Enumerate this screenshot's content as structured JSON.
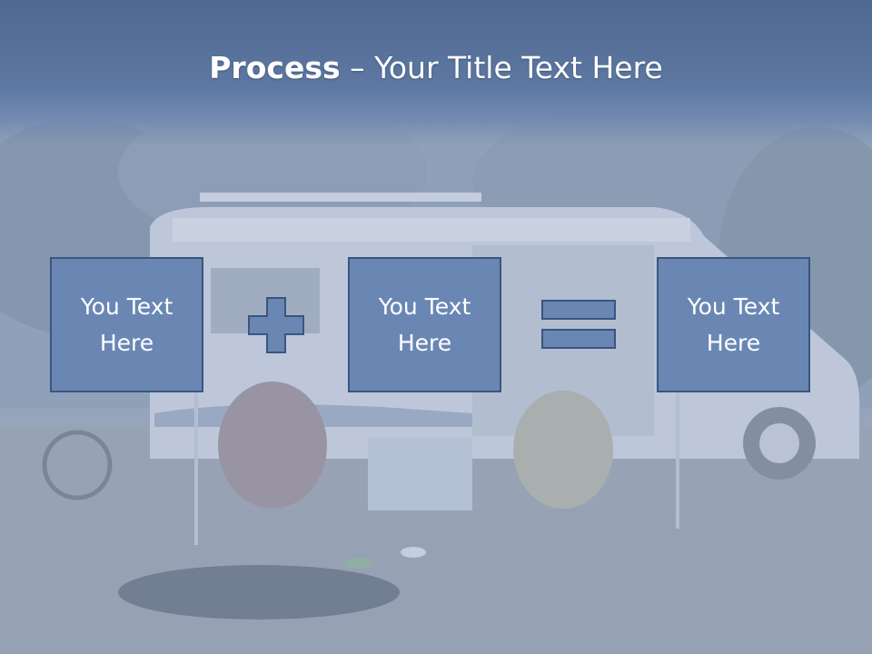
{
  "slide": {
    "title_bold": "Process",
    "title_rest": " – Your Title Text Here"
  },
  "boxes": [
    {
      "label": "You Text Here"
    },
    {
      "label": "You Text Here"
    },
    {
      "label": "You Text Here"
    }
  ],
  "operators": [
    "plus-icon",
    "equals-icon"
  ],
  "colors": {
    "title_band": "#5d78a2",
    "box_fill": "#6a87b4",
    "box_border": "#3a5580",
    "text": "#ffffff"
  }
}
